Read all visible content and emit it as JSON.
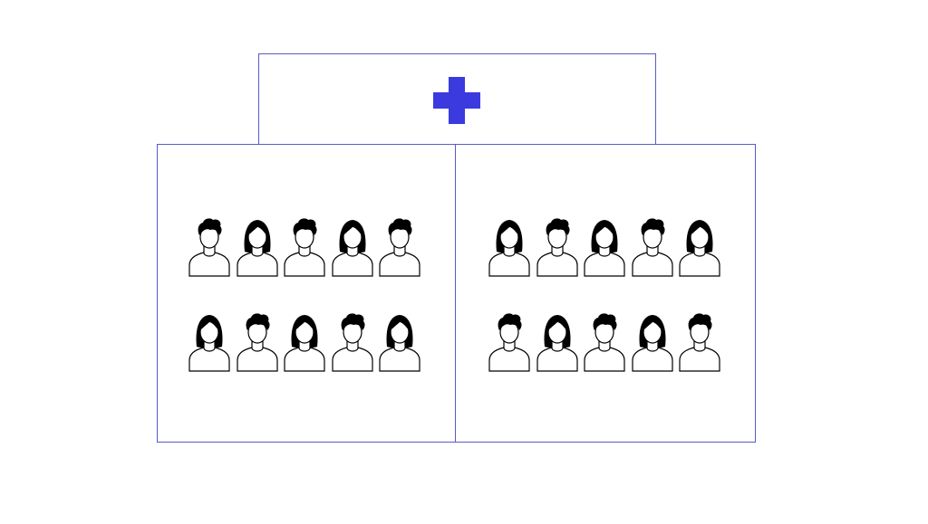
{
  "colors": {
    "frame": "#5a5ac8",
    "plus": "#3a3adf",
    "hair": "#000000",
    "outline": "#000000"
  },
  "header": {
    "icon": "medical-cross-icon"
  },
  "groups": [
    {
      "id": "left",
      "rows": [
        [
          "male",
          "female",
          "male",
          "female",
          "male"
        ],
        [
          "female",
          "male",
          "female",
          "male",
          "female"
        ]
      ]
    },
    {
      "id": "right",
      "rows": [
        [
          "female",
          "male",
          "female",
          "male",
          "female"
        ],
        [
          "male",
          "female",
          "male",
          "female",
          "male"
        ]
      ]
    }
  ]
}
